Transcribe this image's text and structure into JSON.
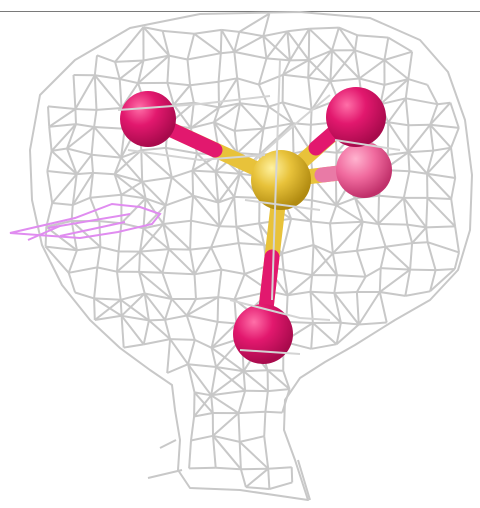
{
  "structure": {
    "ligand": "sulfate",
    "atoms": [
      {
        "element": "S",
        "role": "central-sulfur"
      },
      {
        "element": "O",
        "role": "oxygen-upper-left"
      },
      {
        "element": "O",
        "role": "oxygen-upper-right"
      },
      {
        "element": "O",
        "role": "oxygen-right"
      },
      {
        "element": "O",
        "role": "oxygen-bottom"
      }
    ]
  },
  "colors": {
    "background": "#ffffff",
    "mesh": "#c8c8c8",
    "sulfur": "#e8c23a",
    "oxygen": "#e2186e",
    "oxygen_highlight": "#ff77aa",
    "side_fragment": "#e08cf0"
  }
}
